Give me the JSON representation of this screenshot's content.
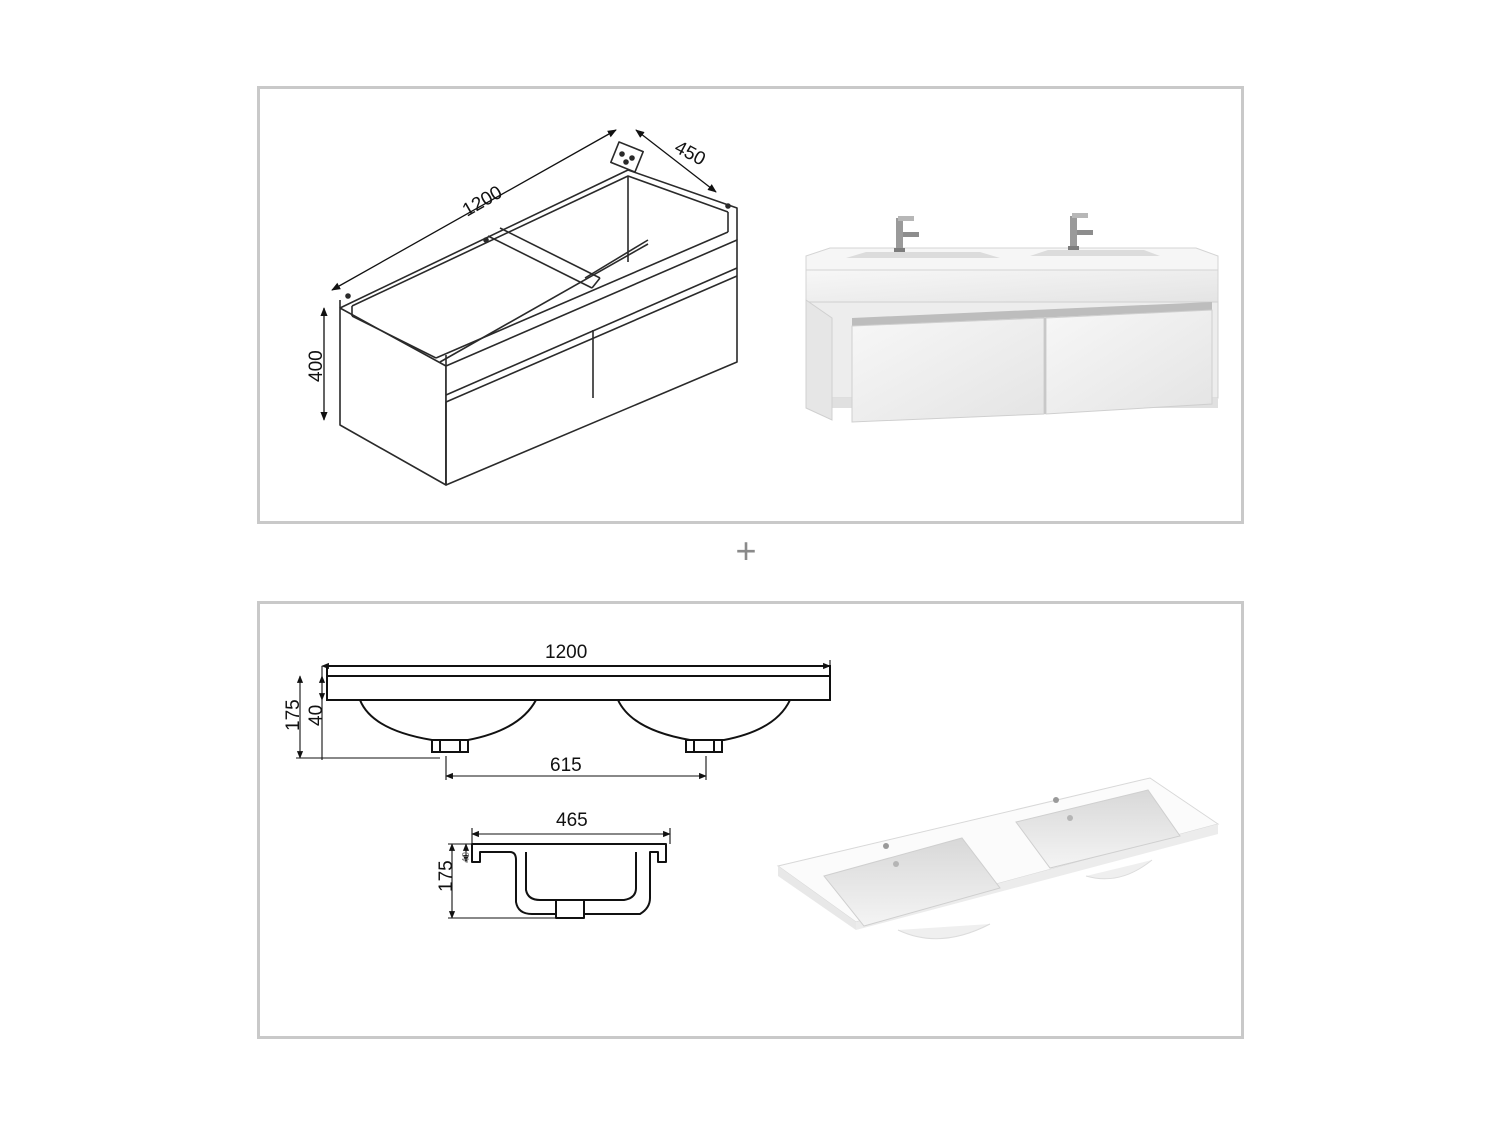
{
  "top_panel": {
    "cabinet_drawing": {
      "width_label": "1200",
      "depth_label": "450",
      "height_label": "400"
    }
  },
  "separator": {
    "symbol": "+"
  },
  "bottom_panel": {
    "basin_front_view": {
      "width_label": "1200",
      "total_height_label": "175",
      "rim_height_label": "40",
      "drain_spacing_label": "615"
    },
    "basin_side_view": {
      "depth_label": "465",
      "height_label": "175",
      "rim_label": "40"
    }
  },
  "colors": {
    "line": "#2a2a2a",
    "panel_border": "#c9c9c9",
    "cabinet_white": "#f2f2f2",
    "handle_strip": "#bdbdbd"
  }
}
